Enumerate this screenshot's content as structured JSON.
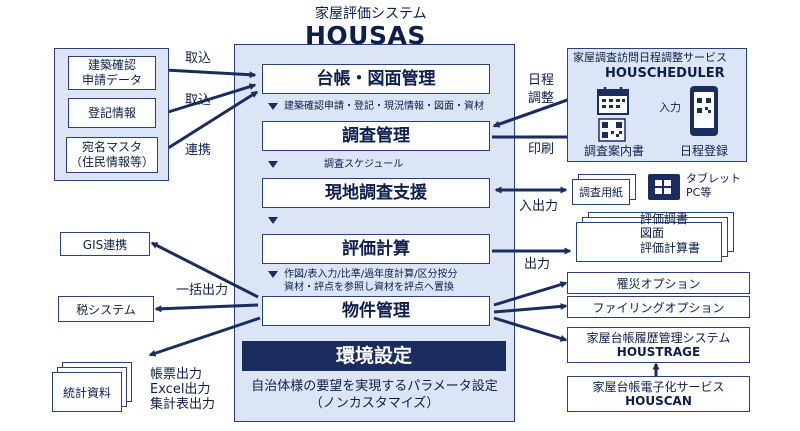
{
  "title": {
    "jp": "家屋評価システム",
    "en": "HOUSAS"
  },
  "core": {
    "box1": "台帳・図面管理",
    "note1": "建築確認申請・登記・現況情報・図面・資材",
    "box2": "調査管理",
    "note2": "調査スケジュール",
    "box3": "現地調査支援",
    "box4": "評価計算",
    "note4_line1": "作図/表入力/比準/過年度計算/区分按分",
    "note4_line2": "資材・評点を参照し資材を評点へ置換",
    "box5": "物件管理",
    "env": "環境設定",
    "env_desc_line1": "自治体様の要望を実現するパラメータ設定",
    "env_desc_line2": "（ノンカスタマイズ）"
  },
  "inputs": {
    "item1_line1": "建築確認",
    "item1_line2": "申請データ",
    "item2": "登記情報",
    "item3_line1": "宛名マスタ",
    "item3_line2": "（住民情報等）"
  },
  "labels": {
    "torikomi1": "取込",
    "torikomi2": "取込",
    "renkei": "連携",
    "nittei_line1": "日程",
    "nittei_line2": "調整",
    "insatsu": "印刷",
    "nyushutsuryoku": "入出力",
    "shutsuryoku": "出力",
    "ikkatsu": "一括出力",
    "nyuryoku": "入力",
    "output_line1": "帳票出力",
    "output_line2": "Excel出力",
    "output_line3": "集計表出力"
  },
  "left_outputs": {
    "gis": "GIS連携",
    "tax": "税システム",
    "stats": "統計資料"
  },
  "scheduler": {
    "title_line1": "家屋調査訪問日程調整サービス",
    "title_line2": "HOUSCHEDULER",
    "guide": "調査案内書",
    "register": "日程登録"
  },
  "right": {
    "survey_paper": "調査用紙",
    "tablet_line1": "タブレット",
    "tablet_line2": "PC等",
    "docs_line1": "評価調書",
    "docs_line2": "図面",
    "docs_line3": "評価計算書",
    "disaster": "罹災オプション",
    "filing": "ファイリングオプション",
    "houstrage_line1": "家屋台帳履歴管理システム",
    "houstrage_line2": "HOUSTRAGE",
    "houscan_line1": "家屋台帳電子化サービス",
    "houscan_line2": "HOUSCAN"
  },
  "colors": {
    "navy": "#1a2d5e",
    "light_blue": "#dbe5f5",
    "border": "#28417d"
  }
}
